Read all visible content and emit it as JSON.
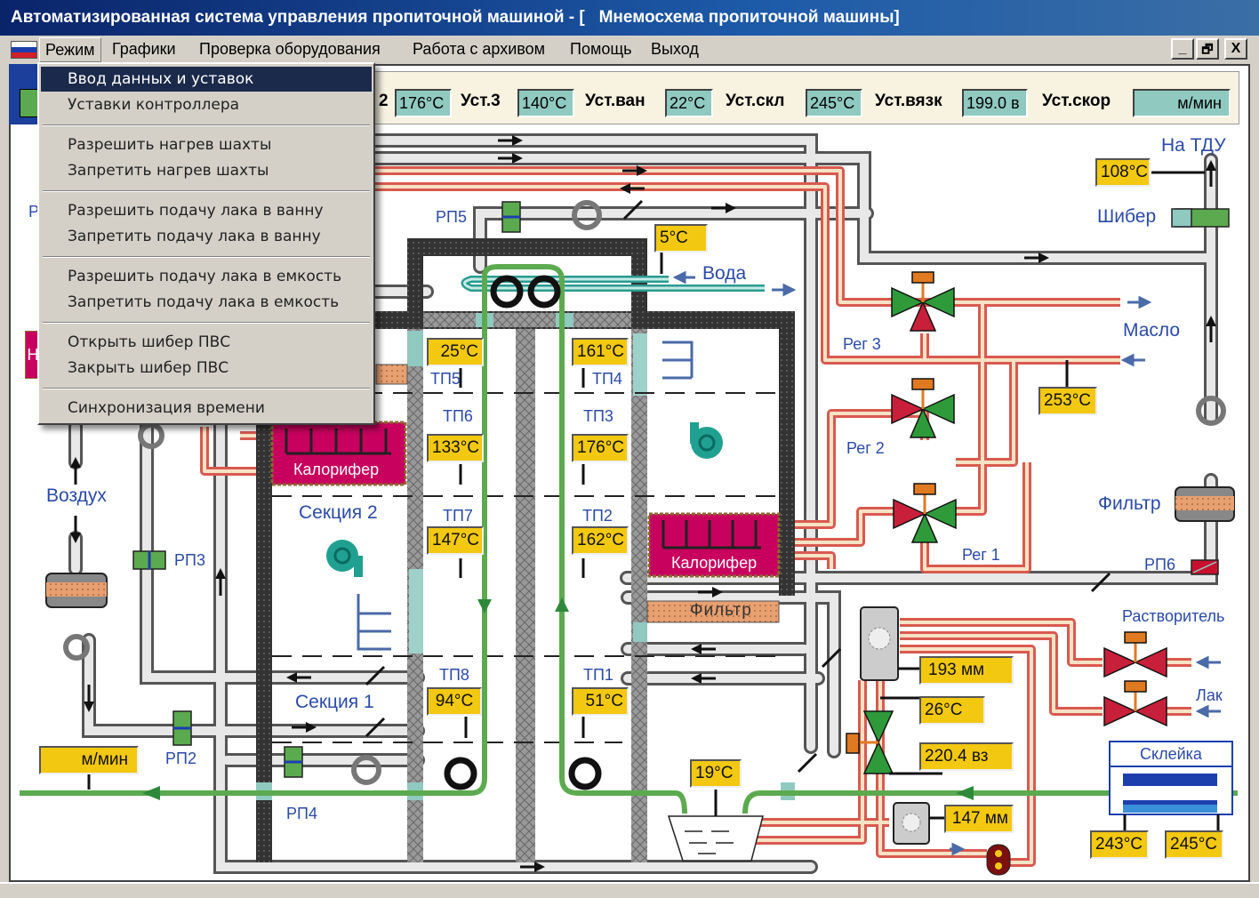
{
  "window": {
    "title": "Автоматизированная система управления пропиточной машиной - [   Мнемосхема пропиточной машины]",
    "minimize_label": "_",
    "restore_label": "🗗",
    "close_label": "X"
  },
  "menubar": {
    "items": [
      "Режим",
      "Графики",
      "Проверка оборудования",
      "Работа с архивом",
      "Помощь",
      "Выход"
    ],
    "flag_colors": [
      "#ffffff",
      "#1d3fae",
      "#d0202a"
    ]
  },
  "dropdown": {
    "items": [
      "Ввод данных и уставок",
      "Уставки контроллера",
      "Разрешить нагрев шахты",
      "Запретить нагрев шахты",
      "Разрешить подачу лака в ванну",
      "Запретить подачу лака в ванну",
      "Разрешить подачу лака в емкость",
      "Запретить подачу лака в емкость",
      "Открыть шибер ПВС",
      "Закрыть шибер ПВС",
      "Синхронизация времени"
    ],
    "highlighted_index": 0
  },
  "setpoints": {
    "partial_label": "2",
    "partial_value": "176°C",
    "items": [
      {
        "label": "Уст.3",
        "value": "140°C"
      },
      {
        "label": "Уст.ван",
        "value": "22°C"
      },
      {
        "label": "Уст.скл",
        "value": "245°C"
      },
      {
        "label": "Уст.вязк",
        "value": "199.0 в"
      },
      {
        "label": "Уст.скор",
        "value": "м/мин"
      }
    ]
  },
  "labels": {
    "rp5": "РП5",
    "voda": "Вода",
    "na_tdu": "На ТДУ",
    "shiber": "Шибер",
    "maslo": "Масло",
    "reg3": "Рег 3",
    "reg2": "Рег 2",
    "reg1": "Рег 1",
    "filtr_right": "Фильтр",
    "rp6": "РП6",
    "rastvoritel": "Растворитель",
    "lak": "Лак",
    "skleika": "Склейка",
    "vozduh": "Воздух",
    "rp3": "РП3",
    "rp2": "РП2",
    "rp4": "РП4",
    "sekciya2": "Секция 2",
    "sekciya1": "Секция 1",
    "kalorifer_left": "Калорифер",
    "kalorifer_right": "Калорифер",
    "filtr_middle": "Фильтр",
    "tp1": "ТП1",
    "tp2": "ТП2",
    "tp3": "ТП3",
    "tp4": "ТП4",
    "tp5": "ТП5",
    "tp6": "ТП6",
    "tp7": "ТП7",
    "tp8": "ТП8",
    "hidden_left_r": "Р",
    "hidden_left_n": "Н"
  },
  "readings": {
    "water_temp": "5°C",
    "tdu_temp": "108°C",
    "oil_temp": "253°C",
    "tp5": "25°C",
    "tp4": "161°C",
    "tp6": "133°C",
    "tp3": "176°C",
    "tp7": "147°C",
    "tp2": "162°C",
    "tp8": "94°C",
    "tp1": "51°C",
    "bath_temp": "19°C",
    "level1": "193 мм",
    "lak_temp": "26°C",
    "viscosity": "220.4 вз",
    "level2": "147 мм",
    "glue_temp1": "243°C",
    "glue_temp2": "245°C",
    "speed": "м/мин"
  },
  "colors": {
    "titlebar": "#0a246a",
    "readout_bg": "#f2c811",
    "setpoint_bg": "#8fc9c0",
    "label_blue": "#2a4aa8",
    "web_green": "#5caa4f",
    "heater": "#c8005e",
    "oil_pipe": "#e0605a",
    "menu_highlight": "#1b2a4a"
  }
}
